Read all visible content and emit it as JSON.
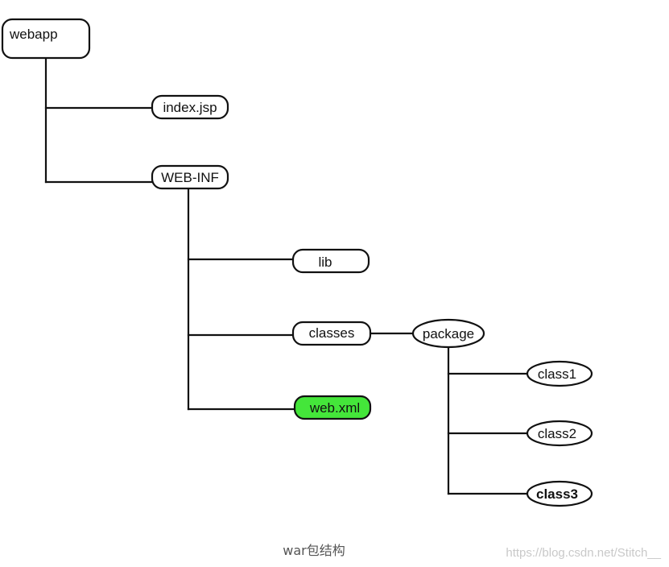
{
  "diagram": {
    "nodes": {
      "webapp": "webapp",
      "index_jsp": "index.jsp",
      "web_inf": "WEB-INF",
      "lib": "lib",
      "classes": "classes",
      "web_xml": "web.xml",
      "package": "package",
      "class1": "class1",
      "class2": "class2",
      "class3": "class3"
    },
    "highlight_color": "#44e63a"
  },
  "caption": "war包结构",
  "watermark": "https://blog.csdn.net/Stitch__"
}
